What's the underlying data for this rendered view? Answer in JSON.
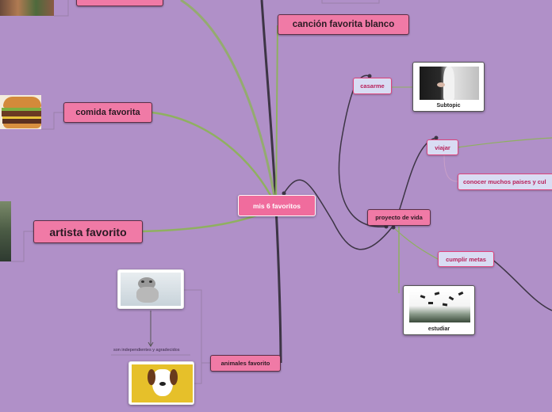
{
  "center": {
    "label": "mis 6 favoritos"
  },
  "topics": {
    "cancion": "canción favorita blanco",
    "comida": "comida favorita",
    "artista": "artista favorito",
    "animales": "animales favorito",
    "proyecto": "proyecto de vida"
  },
  "subtopics": {
    "casarme": "casarme",
    "viajar": "viajar",
    "conocer": "conocer muchos paises y cul",
    "cumplir": "cumplir metas"
  },
  "image_cards": {
    "wedding_caption": "Subtopic",
    "graduation_caption": "estudiar"
  },
  "notes": {
    "animals_note": "son independientes y agradecidos"
  },
  "colors": {
    "background": "#b090c8",
    "topic_fill": "#f07aa6",
    "subtopic_fill": "#d9dcf3",
    "subtopic_text": "#b8205a",
    "connector": "#8fb060",
    "dark_connector": "#3d3545"
  }
}
